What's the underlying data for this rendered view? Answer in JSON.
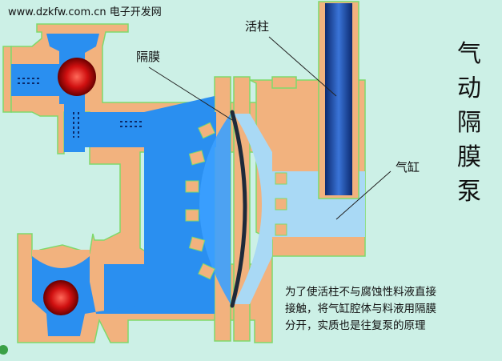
{
  "site_label": "www.dzkfw.com.cn 电子开发网",
  "labels": {
    "piston": "活柱",
    "diaphragm": "隔膜",
    "cylinder": "气缸"
  },
  "title_chars": [
    "气",
    "动",
    "隔",
    "膜",
    "泵"
  ],
  "description_lines": [
    "为了使活柱不与腐蚀性料液直接",
    "接触，将气缸腔体与料液用隔膜",
    "分开，实质也是往复泵的原理"
  ],
  "colors": {
    "background": "#ccf0e6",
    "pump_body": "#f2b27e",
    "body_outline": "#7fd96b",
    "liquid": "#2a8ff0",
    "cylinder_fluid": "#a9d9f5",
    "check_ball": "#cc1111",
    "piston_rod": "#1a3f9c",
    "diaphragm": "#1e2a3a"
  }
}
